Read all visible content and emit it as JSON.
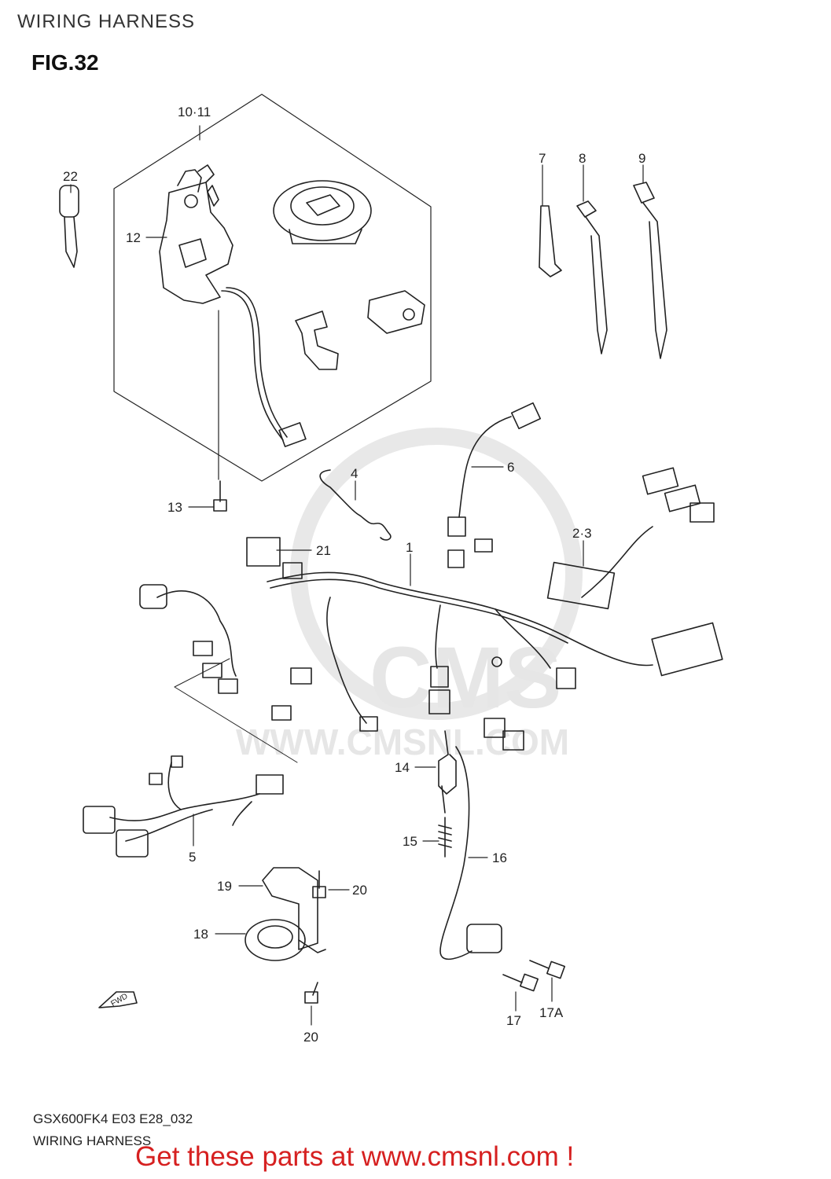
{
  "header": {
    "title": "WIRING HARNESS",
    "figure": "FIG.32"
  },
  "footer": {
    "model_code": "GSX600FK4 E03 E28_032",
    "caption": "WIRING HARNESS"
  },
  "promo": "Get these parts at www.cmsnl.com !",
  "watermark": {
    "brand": "CMS",
    "url": "WWW.CMSNL.COM"
  },
  "fwd_arrow": "FWD",
  "callouts": {
    "c1": "1",
    "c2_3": "2·3",
    "c4": "4",
    "c5": "5",
    "c6": "6",
    "c7": "7",
    "c8": "8",
    "c9": "9",
    "c10_11": "10·11",
    "c12": "12",
    "c13": "13",
    "c14": "14",
    "c15": "15",
    "c16": "16",
    "c17": "17",
    "c17a": "17A",
    "c18": "18",
    "c19": "19",
    "c20a": "20",
    "c20b": "20",
    "c21": "21",
    "c22": "22"
  },
  "colors": {
    "promo": "#d62020",
    "line": "#222222",
    "watermark": "#e6e6e6"
  }
}
